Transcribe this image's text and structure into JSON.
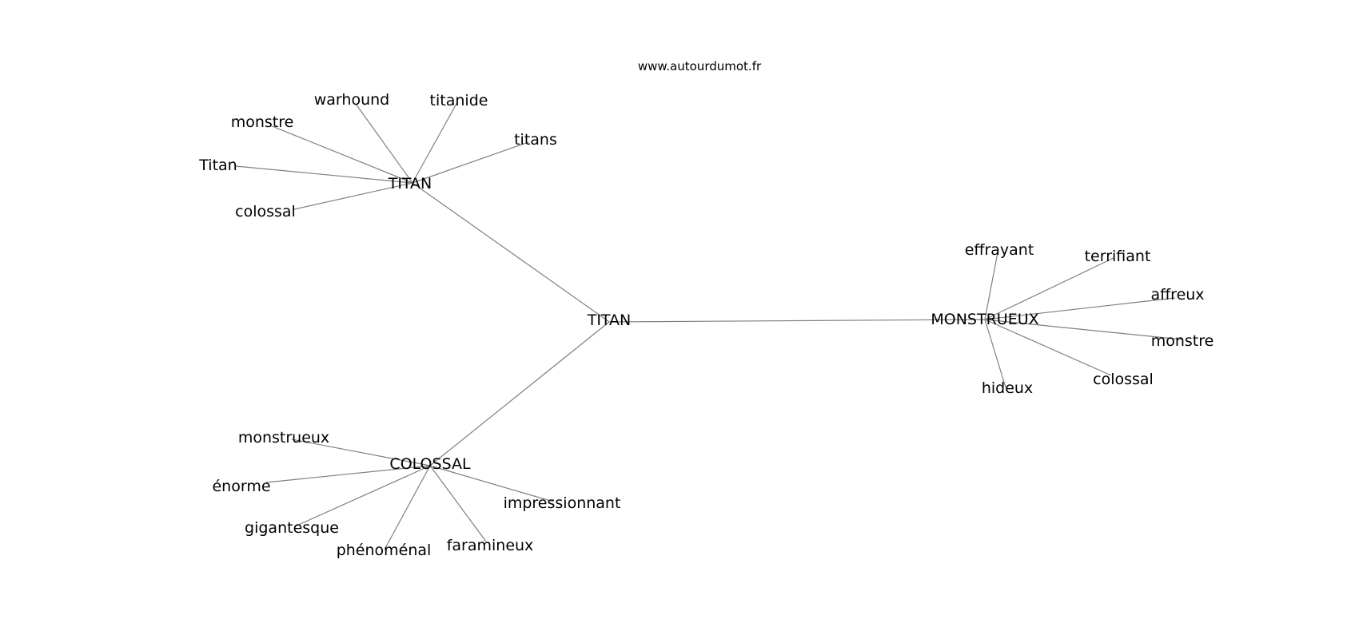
{
  "site": "www.autourdumot.fr",
  "colors": {
    "edge": "#808080",
    "text": "#000000",
    "background": "#ffffff"
  },
  "graph": {
    "root": "TITAN",
    "branches": [
      {
        "hub": "TITAN",
        "leaves": [
          "monstre",
          "warhound",
          "titanide",
          "titans",
          "Titan",
          "colossal"
        ]
      },
      {
        "hub": "MONSTRUEUX",
        "leaves": [
          "effrayant",
          "terrifiant",
          "affreux",
          "monstre",
          "colossal",
          "hideux"
        ]
      },
      {
        "hub": "COLOSSAL",
        "leaves": [
          "monstrueux",
          "énorme",
          "gigantesque",
          "phénoménal",
          "faramineux",
          "impressionnant"
        ]
      }
    ]
  }
}
